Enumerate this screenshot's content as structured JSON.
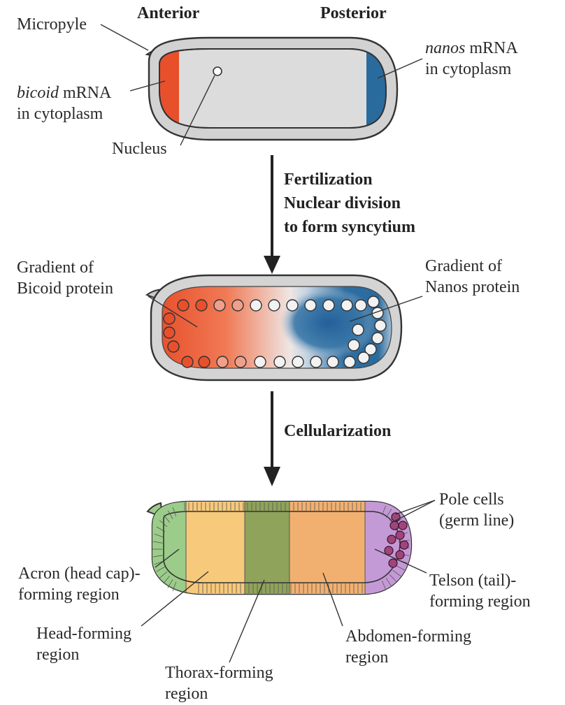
{
  "headers": {
    "anterior": "Anterior",
    "posterior": "Posterior"
  },
  "egg": {
    "micropyle": "Micropyle",
    "bicoid_gene": "bicoid",
    "bicoid_rest": " mRNA",
    "bicoid_line2": "in cytoplasm",
    "nanos_gene": "nanos",
    "nanos_rest": " mRNA",
    "nanos_line2": "in cytoplasm",
    "nucleus": "Nucleus"
  },
  "step1": {
    "line1": "Fertilization",
    "line2": "Nuclear division",
    "line3": "to form syncytium"
  },
  "syncytium": {
    "bicoid_line1": "Gradient of",
    "bicoid_line2": "Bicoid protein",
    "nanos_line1": "Gradient of",
    "nanos_line2": "Nanos protein"
  },
  "step2": {
    "line1": "Cellularization"
  },
  "embryo": {
    "pole_line1": "Pole cells",
    "pole_line2": "(germ line)",
    "acron_line1": "Acron (head cap)-",
    "acron_line2": "forming region",
    "telson_line1": "Telson (tail)-",
    "telson_line2": "forming region",
    "head_line1": "Head-forming",
    "head_line2": "region",
    "abdomen_line1": "Abdomen-forming",
    "abdomen_line2": "region",
    "thorax_line1": "Thorax-forming",
    "thorax_line2": "region"
  },
  "colors": {
    "bicoid": "#e8502c",
    "nanos": "#2a6b9e",
    "cytoplasm": "#dcdcdc",
    "acron": "#9ccc8a",
    "head": "#f7c97a",
    "thorax": "#8fa35a",
    "abdomen": "#f2b070",
    "telson": "#c49ad6"
  }
}
